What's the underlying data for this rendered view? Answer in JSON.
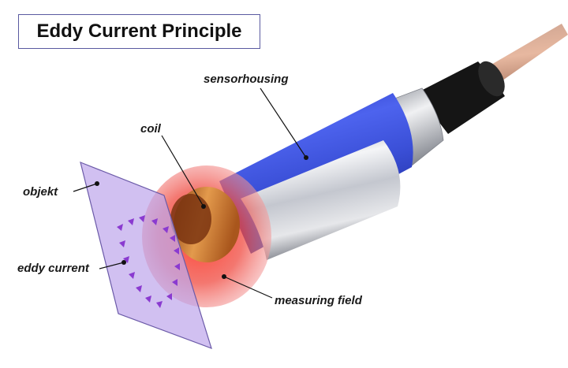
{
  "title": "Eddy Current Principle",
  "labels": {
    "sensorhousing": "sensorhousing",
    "coil": "coil",
    "objekt": "objekt",
    "eddy_current": "eddy current",
    "measuring_field": "measuring field"
  },
  "colors": {
    "housing_blue": "#3a4fd6",
    "housing_chrome": "#c9ccd3",
    "cable_black": "#141414",
    "cable_copper": "#c98a6a",
    "coil_copper": "#c8742a",
    "field_red": "#e8433a",
    "plate_violet": "#b9a6e6",
    "eddy_marks": "#8a3ad0"
  }
}
